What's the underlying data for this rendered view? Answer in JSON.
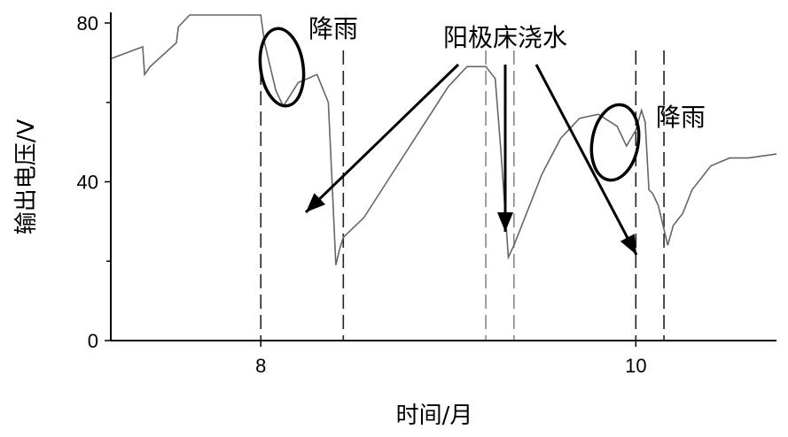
{
  "chart_data": {
    "type": "line",
    "title": "",
    "xlabel": "时间/月",
    "ylabel": "输出电压/V",
    "xlim": [
      7.2,
      10.75
    ],
    "ylim": [
      0,
      82
    ],
    "x_ticks": [
      8,
      10
    ],
    "y_ticks": [
      0,
      40,
      80
    ],
    "y_minor_ticks": [
      20,
      60
    ],
    "grid": false,
    "series": [
      {
        "name": "",
        "color": "#666666",
        "x": [
          7.2,
          7.37,
          7.38,
          7.41,
          7.55,
          7.56,
          7.62,
          7.63,
          8.0,
          8.02,
          8.08,
          8.12,
          8.2,
          8.3,
          8.36,
          8.38,
          8.4,
          8.42,
          8.44,
          8.55,
          8.7,
          8.85,
          9.0,
          9.1,
          9.2,
          9.25,
          9.28,
          9.32,
          9.35,
          9.4,
          9.5,
          9.6,
          9.7,
          9.8,
          9.9,
          9.95,
          10.0,
          10.03,
          10.05,
          10.07,
          10.09,
          10.12,
          10.15,
          10.17,
          10.2,
          10.25,
          10.3,
          10.4,
          10.5,
          10.6,
          10.75
        ],
        "values": [
          71,
          74,
          67,
          69,
          75,
          79,
          82,
          82,
          82,
          75,
          63,
          59,
          65,
          67,
          60,
          40,
          19,
          23,
          26,
          31,
          42,
          53,
          64,
          69,
          69,
          66,
          48,
          21,
          24,
          30,
          42,
          51,
          56,
          57,
          54,
          49,
          53,
          58,
          55,
          38,
          37,
          34,
          28,
          24,
          29,
          32,
          38,
          44,
          46,
          46,
          47
        ]
      }
    ],
    "vertical_markers": [
      8.0,
      8.44,
      9.2,
      9.35,
      10.0,
      10.15
    ],
    "annotations": [
      {
        "text": "降雨"
      },
      {
        "text": "阳极床浇水"
      },
      {
        "text": "降雨"
      }
    ]
  }
}
